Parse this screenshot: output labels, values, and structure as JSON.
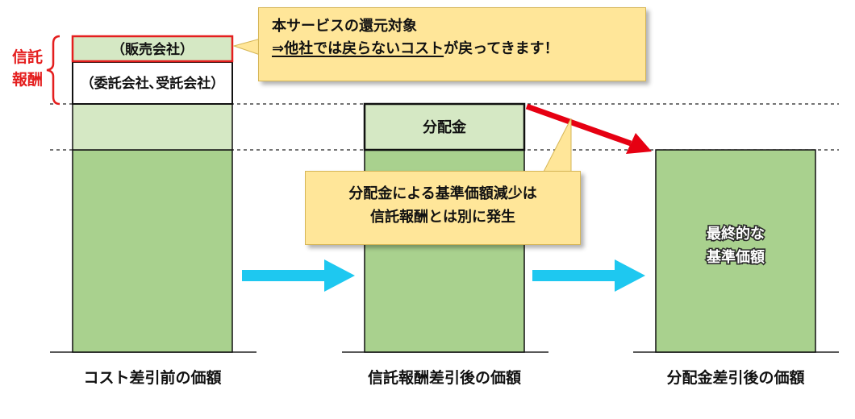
{
  "colors": {
    "bar_fill": "#a9d18e",
    "bar_light_fill": "#d5e8c4",
    "bar_border": "#111111",
    "trust_fee_bracket": "#e41e1e",
    "red_arrow": "#e60012",
    "flow_arrow": "#1ec8f0",
    "callout_fill": "#ffe699"
  },
  "icons": [
    "red-bracket",
    "cyan-right-arrow",
    "red-diagonal-arrow",
    "dashed-reference-line"
  ],
  "trust_fee_label": {
    "line1": "信託",
    "line2": "報酬"
  },
  "bar1": {
    "segment_sales": "（販売会社）",
    "segment_consign": "（委託会社､受託会社）",
    "caption": "コスト差引前の価額"
  },
  "bar2": {
    "segment_distribution": "分配金",
    "caption": "信託報酬差引後の価額"
  },
  "bar3": {
    "label_line1": "最終的な",
    "label_line2": "基準価額",
    "caption": "分配金差引後の価額"
  },
  "callout_service": {
    "line1": "本サービスの還元対象",
    "line2_underlined": "⇒他社では戻らないコスト",
    "line2_rest": "が戻ってきます！"
  },
  "callout_distribution": {
    "line1": "分配金による基準価額減少は",
    "line2": "信託報酬とは別に発生"
  }
}
